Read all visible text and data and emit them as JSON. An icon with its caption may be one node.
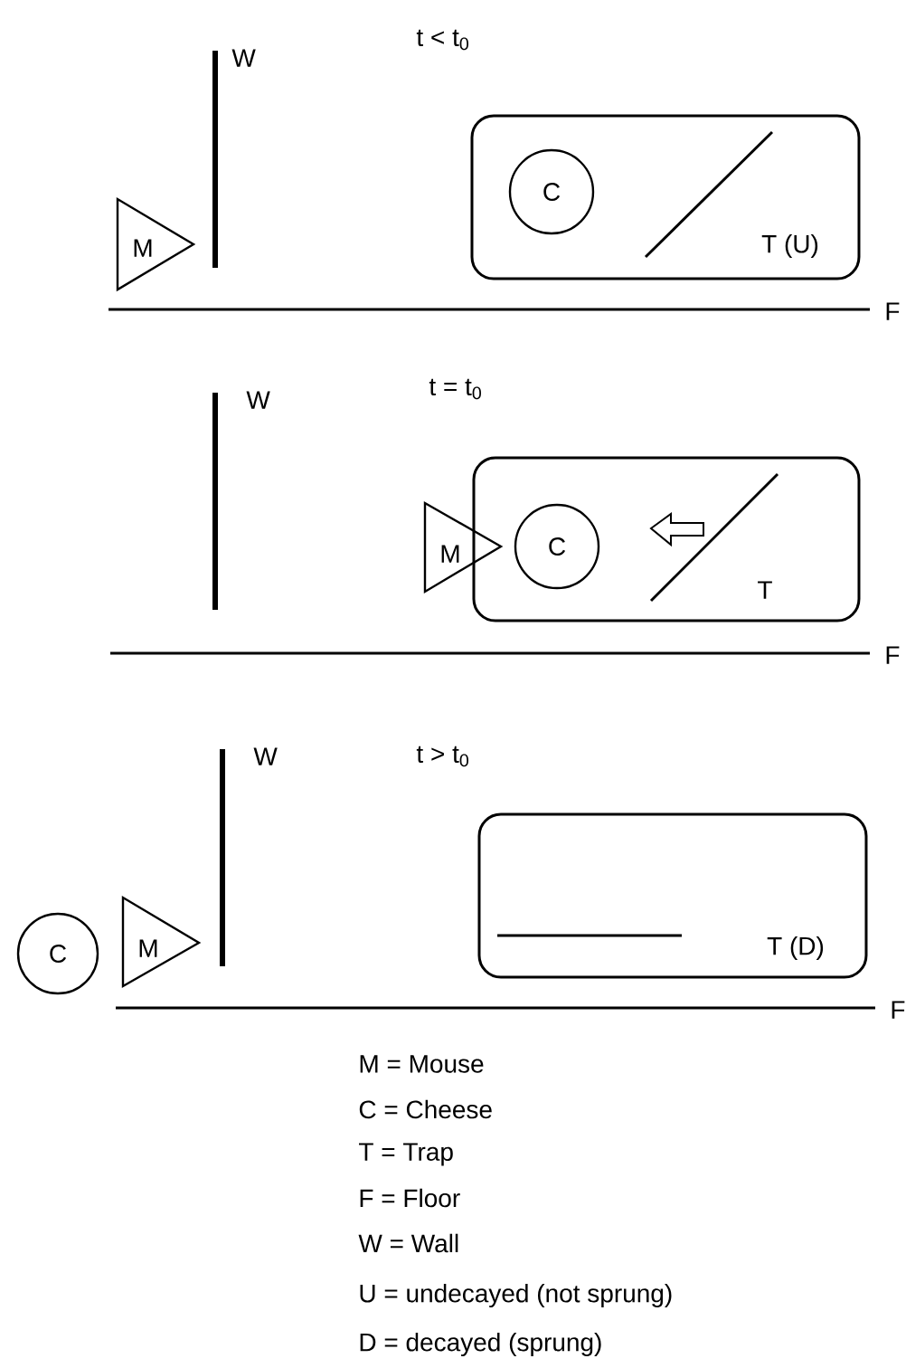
{
  "diagram": {
    "nodes": [
      {
        "text": [
          "T (U)"
        ]
      },
      {
        "text": [
          "C"
        ],
        "in": 0
      },
      {
        "text": [
          "M"
        ]
      },
      {
        "text": [
          "T"
        ]
      },
      {
        "text": [
          "C"
        ],
        "in": 3
      },
      {
        "text": [
          "M"
        ]
      },
      {
        "text": [
          "T (D)"
        ]
      },
      {
        "text": [
          "C"
        ]
      },
      {
        "text": [
          "M"
        ]
      }
    ],
    "labels": [
      "t < t$_{0}$",
      "W",
      "F",
      "t = t$_{0}$",
      "W",
      "F",
      "t > t$_{0}$",
      "W",
      "F",
      "M = Mouse",
      "C  =  Cheese",
      "T = Trap",
      "F = Floor",
      "W = Wall",
      "U = undecayed (not sprung)",
      "D = decayed (sprung)"
    ]
  }
}
